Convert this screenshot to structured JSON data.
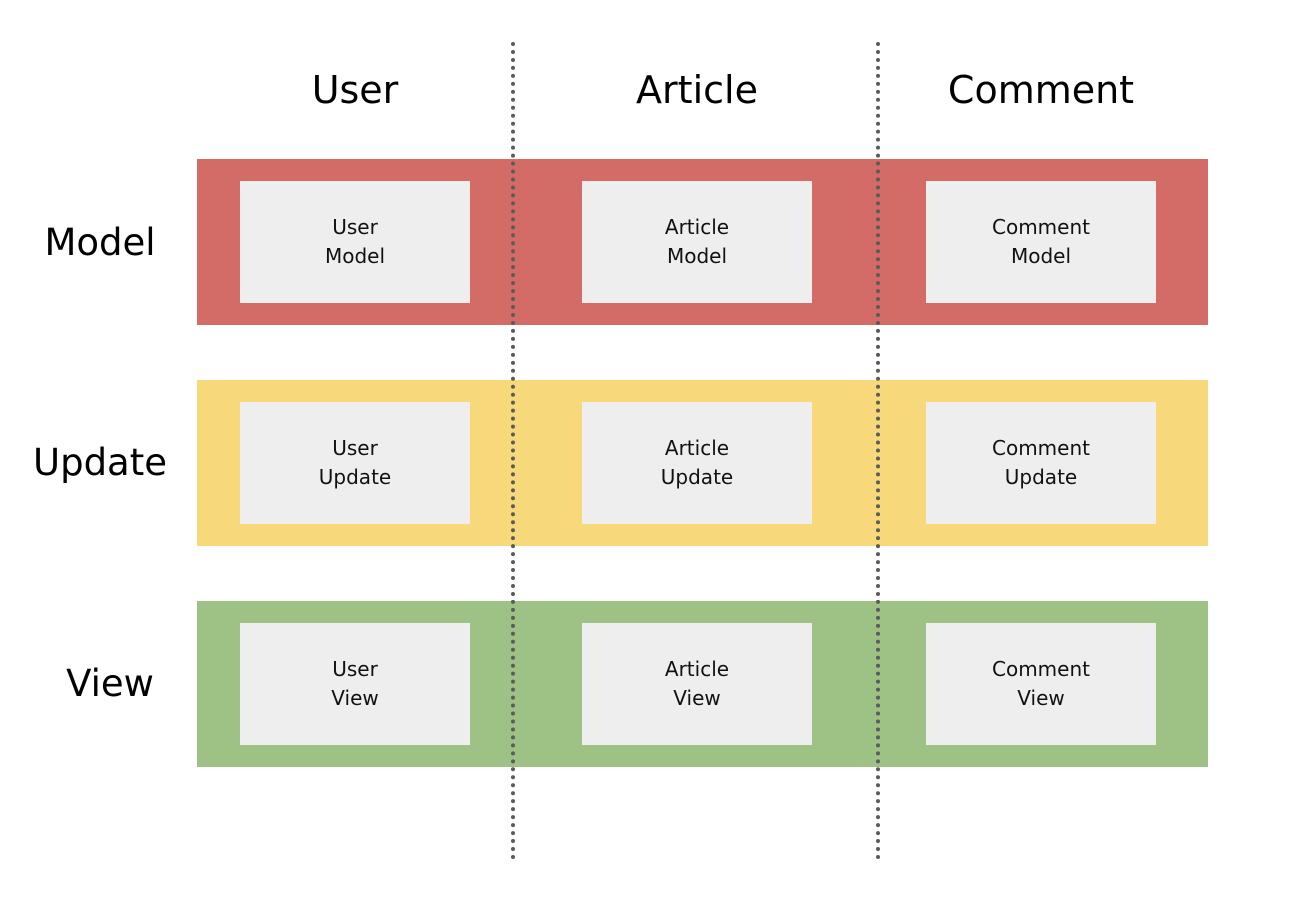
{
  "columns": [
    "User",
    "Article",
    "Comment"
  ],
  "rows": [
    {
      "label": "Model",
      "color": "#d36b66",
      "cells": [
        {
          "line1": "User",
          "line2": "Model"
        },
        {
          "line1": "Article",
          "line2": "Model"
        },
        {
          "line1": "Comment",
          "line2": "Model"
        }
      ]
    },
    {
      "label": "Update",
      "color": "#f7d87a",
      "cells": [
        {
          "line1": "User",
          "line2": "Update"
        },
        {
          "line1": "Article",
          "line2": "Update"
        },
        {
          "line1": "Comment",
          "line2": "Update"
        }
      ]
    },
    {
      "label": "View",
      "color": "#9ec285",
      "cells": [
        {
          "line1": "User",
          "line2": "View"
        },
        {
          "line1": "Article",
          "line2": "View"
        },
        {
          "line1": "Comment",
          "line2": "View"
        }
      ]
    }
  ]
}
